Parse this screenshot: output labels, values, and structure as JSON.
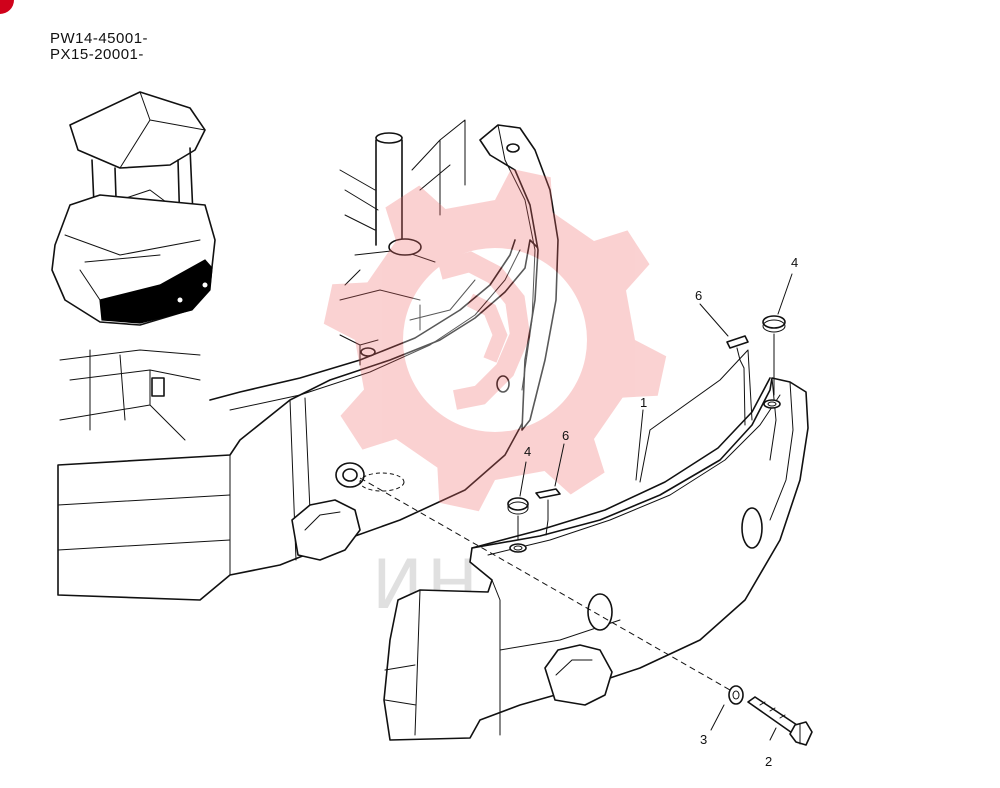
{
  "serials": [
    "PW14-45001-",
    "PX15-20001-"
  ],
  "callouts": {
    "counterweight": "1",
    "bolt": "2",
    "washer": "3",
    "plug_left": "4",
    "plug_right": "4",
    "label_left": "6",
    "label_right": "6"
  },
  "watermark": {
    "text": "ИНТЕХ",
    "gear_color": "#f06a6a",
    "text_color": "#9a9a9a"
  },
  "colors": {
    "line": "#111111",
    "highlight": "#000000",
    "badge": "#d0021b"
  }
}
